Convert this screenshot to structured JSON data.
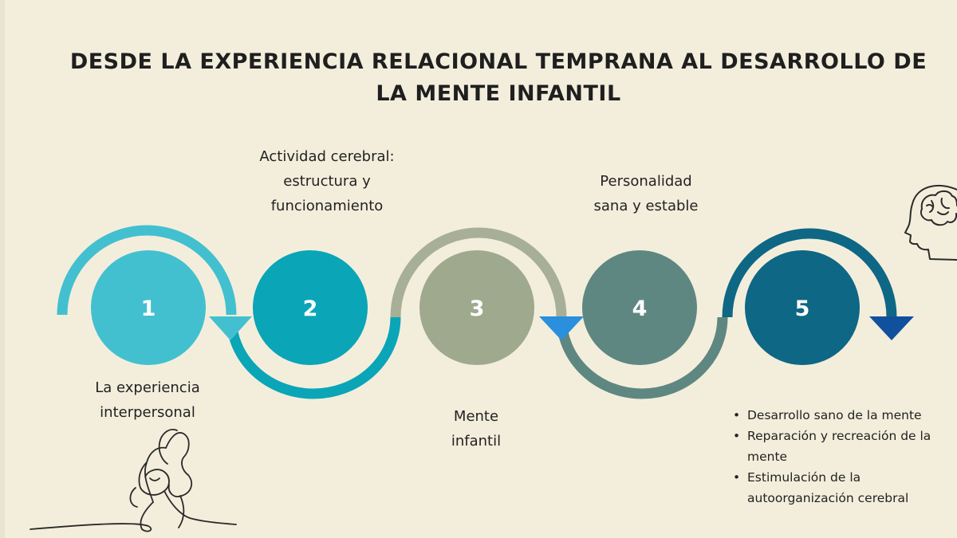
{
  "title": {
    "line1": "DESDE LA EXPERIENCIA RELACIONAL TEMPRANA AL DESARROLLO DE",
    "line2": "LA MENTE INFANTIL"
  },
  "steps": [
    {
      "number": "1",
      "color": "#43c0cf",
      "caption": [
        "La experiencia",
        "interpersonal"
      ]
    },
    {
      "number": "2",
      "color": "#0aa5b7",
      "caption": [
        "Actividad cerebral:",
        "estructura y",
        "funcionamiento"
      ]
    },
    {
      "number": "3",
      "color": "#9fa98e",
      "caption": [
        "Mente",
        "infantil"
      ]
    },
    {
      "number": "4",
      "color": "#5f8781",
      "caption": [
        "Personalidad",
        "sana y estable"
      ]
    },
    {
      "number": "5",
      "color": "#0e6784",
      "caption": []
    }
  ],
  "outcomes": [
    "Desarrollo sano de la mente",
    "Reparación y recreación de la mente",
    "Estimulación de la autoorganización cerebral"
  ],
  "icons": [
    "mother-and-child-line-art-icon",
    "head-with-brain-icon"
  ],
  "colors": {
    "background": "#f3eedc",
    "arc1": "#43c0cf",
    "arc2": "#0aa5b7",
    "arc3": "#a7b097",
    "arc4": "#5f8781",
    "arc5": "#0e6784",
    "arrow1": "#43c0cf",
    "arrow2": "#2a8fdc",
    "arrow3": "#11509c"
  }
}
